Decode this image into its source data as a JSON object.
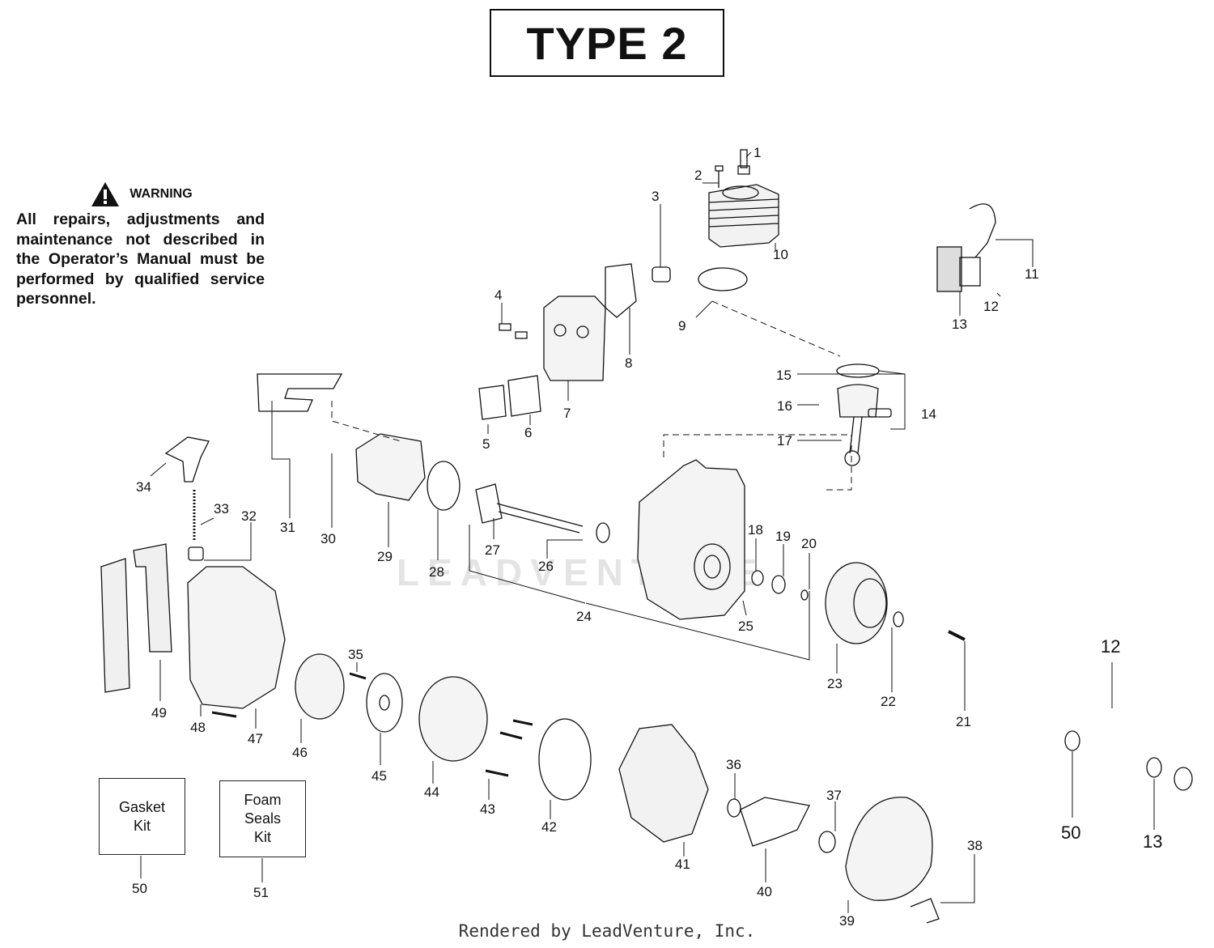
{
  "title": "TYPE 2",
  "warning": {
    "label": "WARNING",
    "text": "All repairs, adjustments and maintenance not described in the Operator’s Manual must be performed by qualified service personnel."
  },
  "kits": [
    {
      "label": "Gasket\nKit",
      "number": "50"
    },
    {
      "label": "Foam\nSeals\nKit",
      "number": "51"
    }
  ],
  "callouts": [
    "1",
    "2",
    "3",
    "4",
    "5",
    "6",
    "7",
    "8",
    "9",
    "10",
    "11",
    "12",
    "13",
    "14",
    "15",
    "16",
    "17",
    "18",
    "19",
    "20",
    "21",
    "22",
    "23",
    "24",
    "25",
    "26",
    "27",
    "28",
    "29",
    "30",
    "31",
    "32",
    "33",
    "34",
    "35",
    "36",
    "37",
    "38",
    "39",
    "40",
    "41",
    "42",
    "43",
    "44",
    "45",
    "46",
    "47",
    "48",
    "49",
    "50",
    "12",
    "13"
  ],
  "watermark": "LEADVENTURE",
  "footer": "Rendered by LeadVenture, Inc.",
  "icons": [
    "warning-triangle-icon"
  ]
}
